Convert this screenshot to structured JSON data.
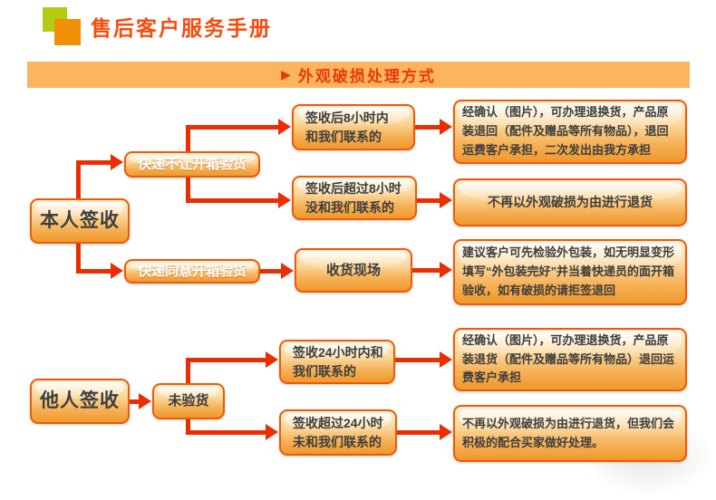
{
  "header": {
    "title": "售后客户服务手册"
  },
  "banner": {
    "bullet": "▶",
    "title": "外观破损处理方式"
  },
  "colors": {
    "title_red": "#fa4a0c",
    "banner_bg": "#fcb45f",
    "banner_text": "#e83a0c",
    "arrow_red": "#ea2e00",
    "node_border": "#f15809",
    "node_gradient_top": "#fdf0d2",
    "node_gradient_bottom": "#ef992c",
    "logo_green": "#b3cb11",
    "logo_orange": "#f09007"
  },
  "flowchart": {
    "self_sign": {
      "label": "本人签收"
    },
    "courier_refuse": {
      "label": "快递不让开箱验货"
    },
    "courier_agree": {
      "label": "快递同意开箱验货"
    },
    "within_8h": {
      "label": "签收后8小时内\n和我们联系的"
    },
    "over_8h": {
      "label": "签收后超过8小时\n没和我们联系的"
    },
    "receive_scene": {
      "label": "收货现场"
    },
    "result_exchange_self": {
      "label": "经确认（图片），可办理退换货，产品原装退回（配件及赠品等所有物品），退回运费客户承担，二次发出由我方承担"
    },
    "result_no_return_self": {
      "label": "不再以外观破损为由进行退货"
    },
    "result_onsite": {
      "label": "建议客户可先检验外包装，如无明显变形填写“外包装完好”并当着快递员的面开箱验收，如有破损的请拒签退回"
    },
    "other_sign": {
      "label": "他人签收"
    },
    "uninspected": {
      "label": "未验货"
    },
    "within_24h": {
      "label": "签收24小时内和\n我们联系的"
    },
    "over_24h": {
      "label": "签收超过24小时\n未和我们联系的"
    },
    "result_exchange_other": {
      "label": "经确认（图片），可办理退换货，产品原装退货（配件及赠品等所有物品）退回运费客户承担"
    },
    "result_no_return_other": {
      "label": "不再以外观破损为由进行退货，但我们会积极的配合买家做好处理。"
    }
  }
}
